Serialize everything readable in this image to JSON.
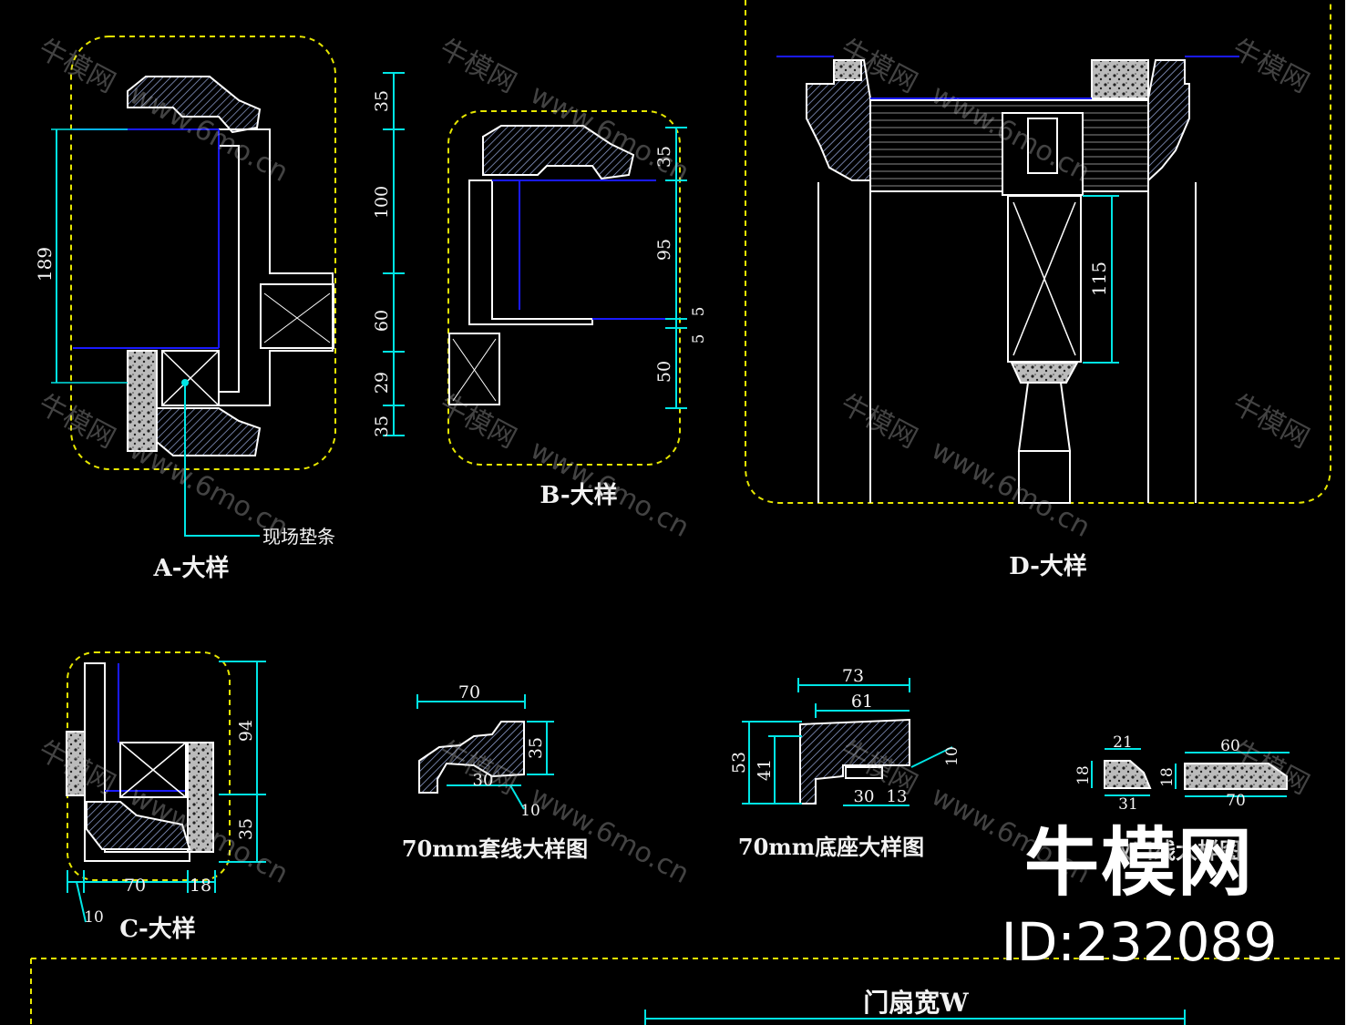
{
  "labels": {
    "A": "A-大样",
    "B": "B-大样",
    "C": "C-大样",
    "D": "D-大样",
    "field_strip": "现场垫条",
    "casing": "70mm套线大样图",
    "base": "70mm底座大样图",
    "trim": "收口线大样图",
    "door_width": "门扇宽W"
  },
  "dims": {
    "a_189": "189",
    "b_35": "35",
    "b_100": "100",
    "b_60": "60",
    "b_29": "29",
    "b_35b": "35",
    "bb_35": "35",
    "bb_95": "95",
    "bb_5a": "5",
    "bb_5b": "5",
    "bb_50": "50",
    "d_115": "115",
    "c_94": "94",
    "c_35": "35",
    "c_70": "70",
    "c_18": "18",
    "c_10": "10",
    "cas_70": "70",
    "cas_35": "35",
    "cas_30": "30",
    "cas_10": "10",
    "base_73": "73",
    "base_61": "61",
    "base_53": "53",
    "base_41": "41",
    "base_10": "10",
    "base_30": "30",
    "base_13": "13",
    "t_21": "21",
    "t_18": "18",
    "t_31": "31",
    "t_60": "60",
    "t_18b": "18",
    "t_70": "70"
  },
  "watermark": {
    "site": "www.6mo.cn",
    "brand": "牛模网",
    "logo_text": "牛模网",
    "id_text": "ID:232089"
  },
  "colors": {
    "background": "#000000",
    "outline": "#ffffff",
    "dimension": "#00e5e5",
    "dashed_border": "#e6e600",
    "glass_line": "#1a1aff"
  }
}
